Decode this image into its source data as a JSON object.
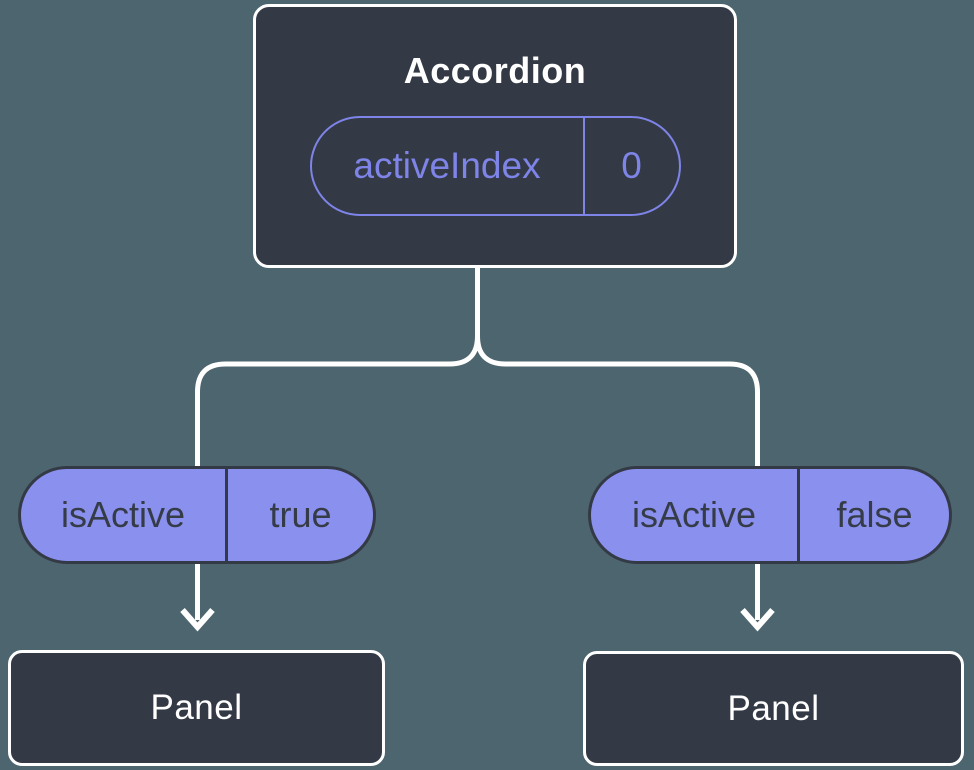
{
  "diagram": {
    "root": {
      "title": "Accordion",
      "state": {
        "name": "activeIndex",
        "value": "0"
      }
    },
    "props": {
      "left": {
        "name": "isActive",
        "value": "true"
      },
      "right": {
        "name": "isActive",
        "value": "false"
      }
    },
    "children": [
      {
        "title": "Panel"
      },
      {
        "title": "Panel"
      }
    ],
    "colors": {
      "background": "#4D656E",
      "node_dark": "#333A45",
      "node_border": "#FFFFFF",
      "accent_outline": "#7E84E8",
      "accent_fill": "#8A90EE",
      "text_dark": "#353C48",
      "connector": "#FFFFFF"
    }
  }
}
